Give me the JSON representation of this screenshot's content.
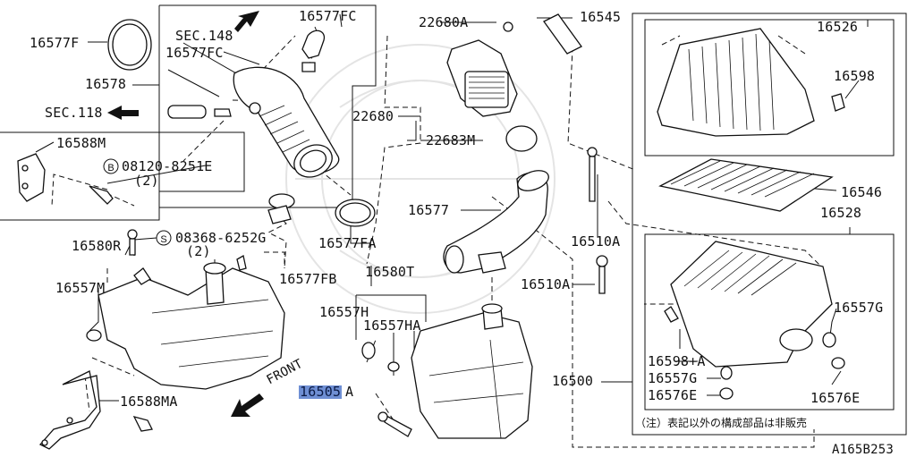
{
  "labels": {
    "l16577F": "16577F",
    "l16578": "16578",
    "sec118": "SEC.118",
    "sec148": "SEC.148",
    "l16577FC_a": "16577FC",
    "l16577FC_b": "16577FC",
    "l16588M": "16588M",
    "bolt_08120": "08120-8251E",
    "bolt_08120_qty": "(2)",
    "l16580R": "16580R",
    "screw_08368": "08368-6252G",
    "screw_08368_qty": "(2)",
    "l16557M": "16557M",
    "l16588MA": "16588MA",
    "l16577FB": "16577FB",
    "l16577FA": "16577FA",
    "l22680A": "22680A",
    "l16545": "16545",
    "l22680": "22680",
    "l22683M": "22683M",
    "l16577": "16577",
    "l16580T": "16580T",
    "l16557H": "16557H",
    "l16557HA": "16557HA",
    "l16505A": "16505",
    "l16505A_suffix": "A",
    "front": "FRONT",
    "l16510A_a": "16510A",
    "l16510A_b": "16510A",
    "l16500": "16500",
    "l16526": "16526",
    "l16598": "16598",
    "l16546": "16546",
    "l16528": "16528",
    "l16557G_a": "16557G",
    "l16598A": "16598+A",
    "l16557G_b": "16557G",
    "l16576E_a": "16576E",
    "l16576E_b": "16576E",
    "note": "（注）表記以外の構成部品は非販売",
    "ref": "A165B253"
  },
  "symbols": {
    "bolt": "B",
    "screw": "S"
  },
  "colors": {
    "line": "#111111",
    "highlight": "#6f8fd4"
  }
}
